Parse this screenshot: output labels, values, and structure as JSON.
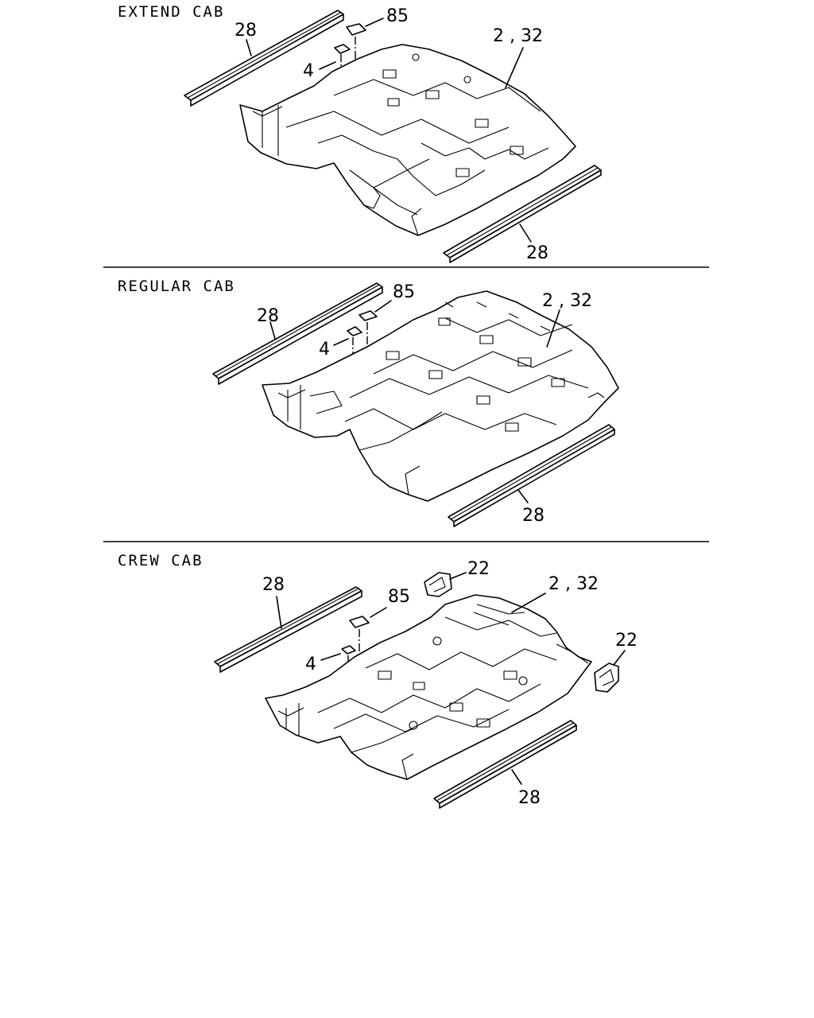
{
  "sections": [
    {
      "title": "EXTEND CAB",
      "callouts": {
        "rail_top": "28",
        "plug_small": "4",
        "plug_large": "85",
        "floor_panel": "2 , 32",
        "rail_bottom": "28"
      }
    },
    {
      "title": "REGULAR CAB",
      "callouts": {
        "rail_top": "28",
        "plug_small": "4",
        "plug_large": "85",
        "floor_panel": "2 , 32",
        "rail_bottom": "28"
      }
    },
    {
      "title": "CREW CAB",
      "callouts": {
        "rail_top": "28",
        "plug_small": "4",
        "plug_large": "85",
        "floor_panel": "2 , 32",
        "rail_bottom": "28",
        "bracket_left": "22",
        "bracket_right": "22"
      }
    }
  ]
}
